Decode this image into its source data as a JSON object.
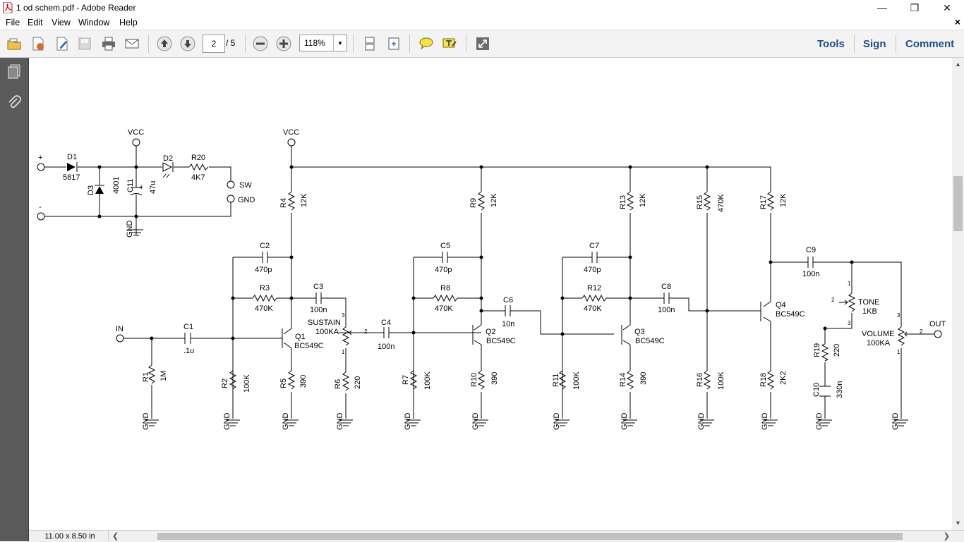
{
  "window": {
    "title": "1 od schem.pdf - Adobe Reader",
    "controls": {
      "minimize": "—",
      "restore": "❐",
      "close": "✕"
    }
  },
  "menu": {
    "items": [
      "File",
      "Edit",
      "View",
      "Window",
      "Help"
    ],
    "close_doc": "×"
  },
  "toolbar": {
    "page_current": "2",
    "page_total": "/ 5",
    "zoom": "118%",
    "right_tabs": [
      "Tools",
      "Sign",
      "Comment"
    ]
  },
  "status": {
    "page_size": "11.00 x 8.50 in"
  },
  "colors": {
    "toolbar_bg": "#f3f3f3",
    "left_panel": "#5a5a5a",
    "accent_tabs": "#1f4f85"
  },
  "schematic": {
    "power": {
      "plus": "+",
      "minus": "-",
      "vcc": "VCC",
      "gnd": "GND",
      "D1": "D1",
      "D1_val": "5817",
      "D2": "D2",
      "R20": "R20",
      "R20_val": "4K7",
      "D3": "D3",
      "D3_val": "4001",
      "C11": "C11",
      "C11_val": "47u",
      "sw": "SW",
      "gnd_term": "GND"
    },
    "labels": {
      "in": "IN",
      "out": "OUT",
      "C1": "C1",
      "C1_val": ".1u",
      "R1": "R1",
      "R1_val": "1M",
      "R2": "R2",
      "R2_val": "100K",
      "C2": "C2",
      "C2_val": "470p",
      "R3": "R3",
      "R3_val": "470K",
      "R4": "R4",
      "R4_val": "12K",
      "Q1": "Q1",
      "Q1_val": "BC549C",
      "R5": "R5",
      "R5_val": "390",
      "C3": "C3",
      "C3_val": "100n",
      "sustain": "SUSTAIN",
      "sustain_val": "100KA",
      "R6": "R6",
      "R6_val": "220",
      "C4": "C4",
      "C4_val": "100n",
      "R7": "R7",
      "R7_val": "100K",
      "C5": "C5",
      "C5_val": "470p",
      "R8": "R8",
      "R8_val": "470K",
      "R9": "R9",
      "R9_val": "12K",
      "Q2": "Q2",
      "Q2_val": "BC549C",
      "R10": "R10",
      "R10_val": "390",
      "C6": "C6",
      "C6_val": "10n",
      "R11": "R11",
      "R11_val": "100K",
      "C7": "C7",
      "C7_val": "470p",
      "R12": "R12",
      "R12_val": "470K",
      "R13": "R13",
      "R13_val": "12K",
      "Q3": "Q3",
      "Q3_val": "BC549C",
      "R14": "R14",
      "R14_val": "390",
      "C8": "C8",
      "C8_val": "100n",
      "R15": "R15",
      "R15_val": "470K",
      "R16": "R16",
      "R16_val": "100K",
      "R17": "R17",
      "R17_val": "12K",
      "Q4": "Q4",
      "Q4_val": "BC549C",
      "R18": "R18",
      "R18_val": "2K2",
      "C9": "C9",
      "C9_val": "100n",
      "tone": "TONE",
      "tone_val": "1KB",
      "R19": "R19",
      "R19_val": "220",
      "C10": "C10",
      "C10_val": "330n",
      "volume": "VOLUME",
      "volume_val": "100KA",
      "pin1": "1",
      "pin2": "2",
      "pin3": "3"
    }
  }
}
